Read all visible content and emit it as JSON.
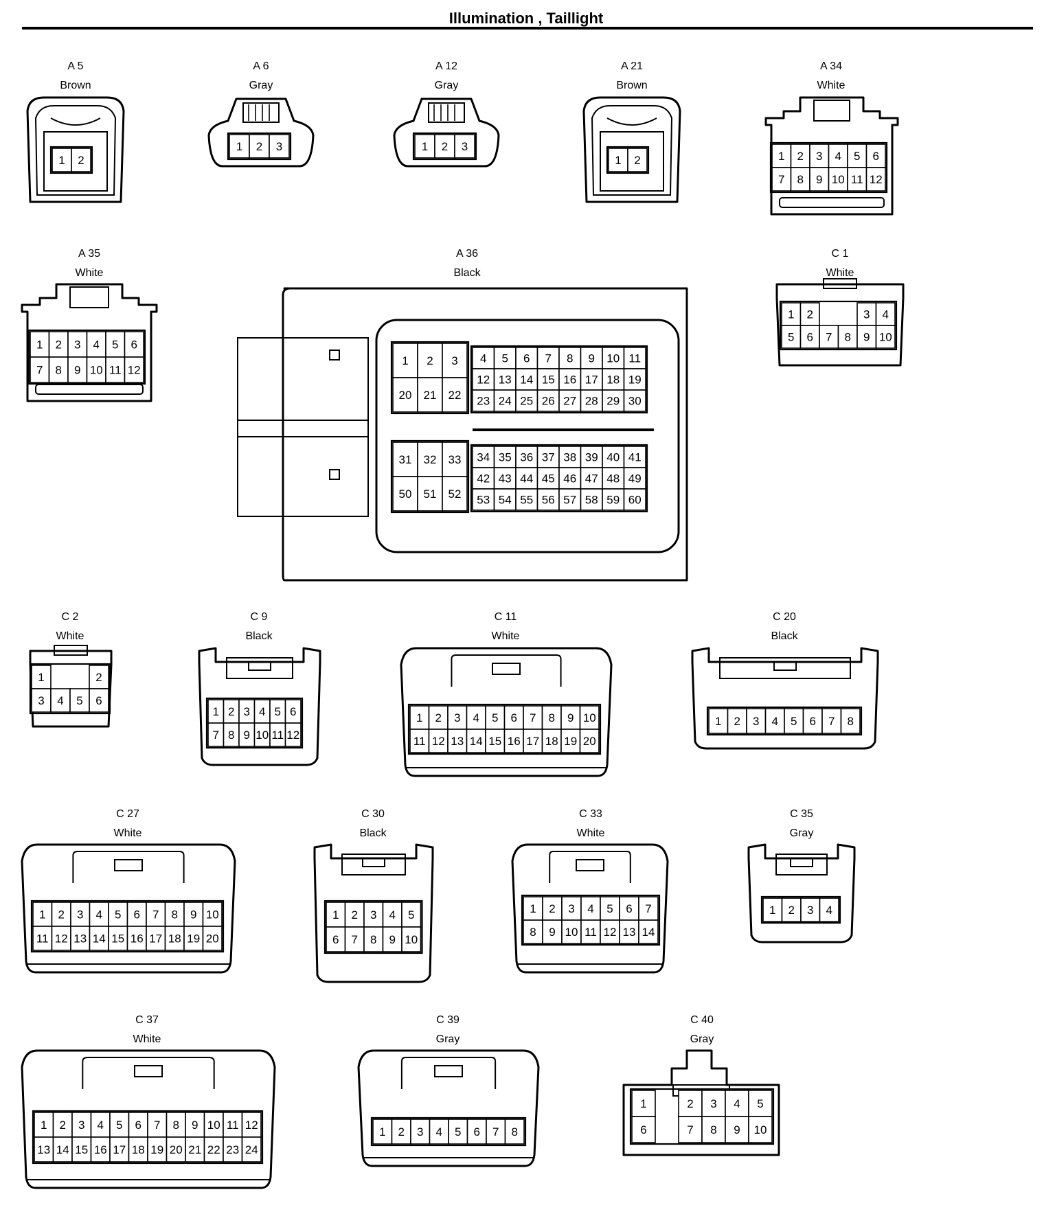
{
  "title": "Illumination , Taillight",
  "connectors": [
    {
      "id": "A 5",
      "color": "Brown",
      "rows": [
        [
          "1",
          "2"
        ]
      ]
    },
    {
      "id": "A 6",
      "color": "Gray",
      "rows": [
        [
          "1",
          "2",
          "3"
        ]
      ]
    },
    {
      "id": "A 12",
      "color": "Gray",
      "rows": [
        [
          "1",
          "2",
          "3"
        ]
      ]
    },
    {
      "id": "A 21",
      "color": "Brown",
      "rows": [
        [
          "1",
          "2"
        ]
      ]
    },
    {
      "id": "A 34",
      "color": "White",
      "rows": [
        [
          "1",
          "2",
          "3",
          "4",
          "5",
          "6"
        ],
        [
          "7",
          "8",
          "9",
          "10",
          "11",
          "12"
        ]
      ]
    },
    {
      "id": "A 35",
      "color": "White",
      "rows": [
        [
          "1",
          "2",
          "3",
          "4",
          "5",
          "6"
        ],
        [
          "7",
          "8",
          "9",
          "10",
          "11",
          "12"
        ]
      ]
    },
    {
      "id": "A 36",
      "color": "Black",
      "blocks": [
        {
          "rows": [
            [
              "1",
              "2",
              "3"
            ],
            [
              "20",
              "21",
              "22"
            ]
          ]
        },
        {
          "rows": [
            [
              "4",
              "5",
              "6",
              "7",
              "8",
              "9",
              "10",
              "11"
            ],
            [
              "12",
              "13",
              "14",
              "15",
              "16",
              "17",
              "18",
              "19"
            ],
            [
              "23",
              "24",
              "25",
              "26",
              "27",
              "28",
              "29",
              "30"
            ]
          ]
        },
        {
          "rows": [
            [
              "31",
              "32",
              "33"
            ],
            [
              "50",
              "51",
              "52"
            ]
          ]
        },
        {
          "rows": [
            [
              "34",
              "35",
              "36",
              "37",
              "38",
              "39",
              "40",
              "41"
            ],
            [
              "42",
              "43",
              "44",
              "45",
              "46",
              "47",
              "48",
              "49"
            ],
            [
              "53",
              "54",
              "55",
              "56",
              "57",
              "58",
              "59",
              "60"
            ]
          ]
        }
      ]
    },
    {
      "id": "C 1",
      "color": "White",
      "rows": [
        [
          "1",
          "2",
          "",
          "",
          "3",
          "4"
        ],
        [
          "5",
          "6",
          "7",
          "8",
          "9",
          "10"
        ]
      ]
    },
    {
      "id": "C 2",
      "color": "White",
      "rows": [
        [
          "1",
          "",
          "",
          "2"
        ],
        [
          "3",
          "4",
          "5",
          "6"
        ]
      ]
    },
    {
      "id": "C 9",
      "color": "Black",
      "rows": [
        [
          "1",
          "2",
          "3",
          "4",
          "5",
          "6"
        ],
        [
          "7",
          "8",
          "9",
          "10",
          "11",
          "12"
        ]
      ]
    },
    {
      "id": "C 11",
      "color": "White",
      "rows": [
        [
          "1",
          "2",
          "3",
          "4",
          "5",
          "6",
          "7",
          "8",
          "9",
          "10"
        ],
        [
          "11",
          "12",
          "13",
          "14",
          "15",
          "16",
          "17",
          "18",
          "19",
          "20"
        ]
      ]
    },
    {
      "id": "C 20",
      "color": "Black",
      "rows": [
        [
          "1",
          "2",
          "3",
          "4",
          "5",
          "6",
          "7",
          "8"
        ]
      ]
    },
    {
      "id": "C 27",
      "color": "White",
      "rows": [
        [
          "1",
          "2",
          "3",
          "4",
          "5",
          "6",
          "7",
          "8",
          "9",
          "10"
        ],
        [
          "11",
          "12",
          "13",
          "14",
          "15",
          "16",
          "17",
          "18",
          "19",
          "20"
        ]
      ]
    },
    {
      "id": "C 30",
      "color": "Black",
      "rows": [
        [
          "1",
          "2",
          "3",
          "4",
          "5"
        ],
        [
          "6",
          "7",
          "8",
          "9",
          "10"
        ]
      ]
    },
    {
      "id": "C 33",
      "color": "White",
      "rows": [
        [
          "1",
          "2",
          "3",
          "4",
          "5",
          "6",
          "7"
        ],
        [
          "8",
          "9",
          "10",
          "11",
          "12",
          "13",
          "14"
        ]
      ]
    },
    {
      "id": "C 35",
      "color": "Gray",
      "rows": [
        [
          "1",
          "2",
          "3",
          "4"
        ]
      ]
    },
    {
      "id": "C 37",
      "color": "White",
      "rows": [
        [
          "1",
          "2",
          "3",
          "4",
          "5",
          "6",
          "7",
          "8",
          "9",
          "10",
          "11",
          "12"
        ],
        [
          "13",
          "14",
          "15",
          "16",
          "17",
          "18",
          "19",
          "20",
          "21",
          "22",
          "23",
          "24"
        ]
      ]
    },
    {
      "id": "C 39",
      "color": "Gray",
      "rows": [
        [
          "1",
          "2",
          "3",
          "4",
          "5",
          "6",
          "7",
          "8"
        ]
      ]
    },
    {
      "id": "C 40",
      "color": "Gray",
      "rows": [
        [
          "1",
          "",
          "2",
          "3",
          "4",
          "5"
        ],
        [
          "6",
          "",
          "7",
          "8",
          "9",
          "10"
        ]
      ]
    }
  ]
}
